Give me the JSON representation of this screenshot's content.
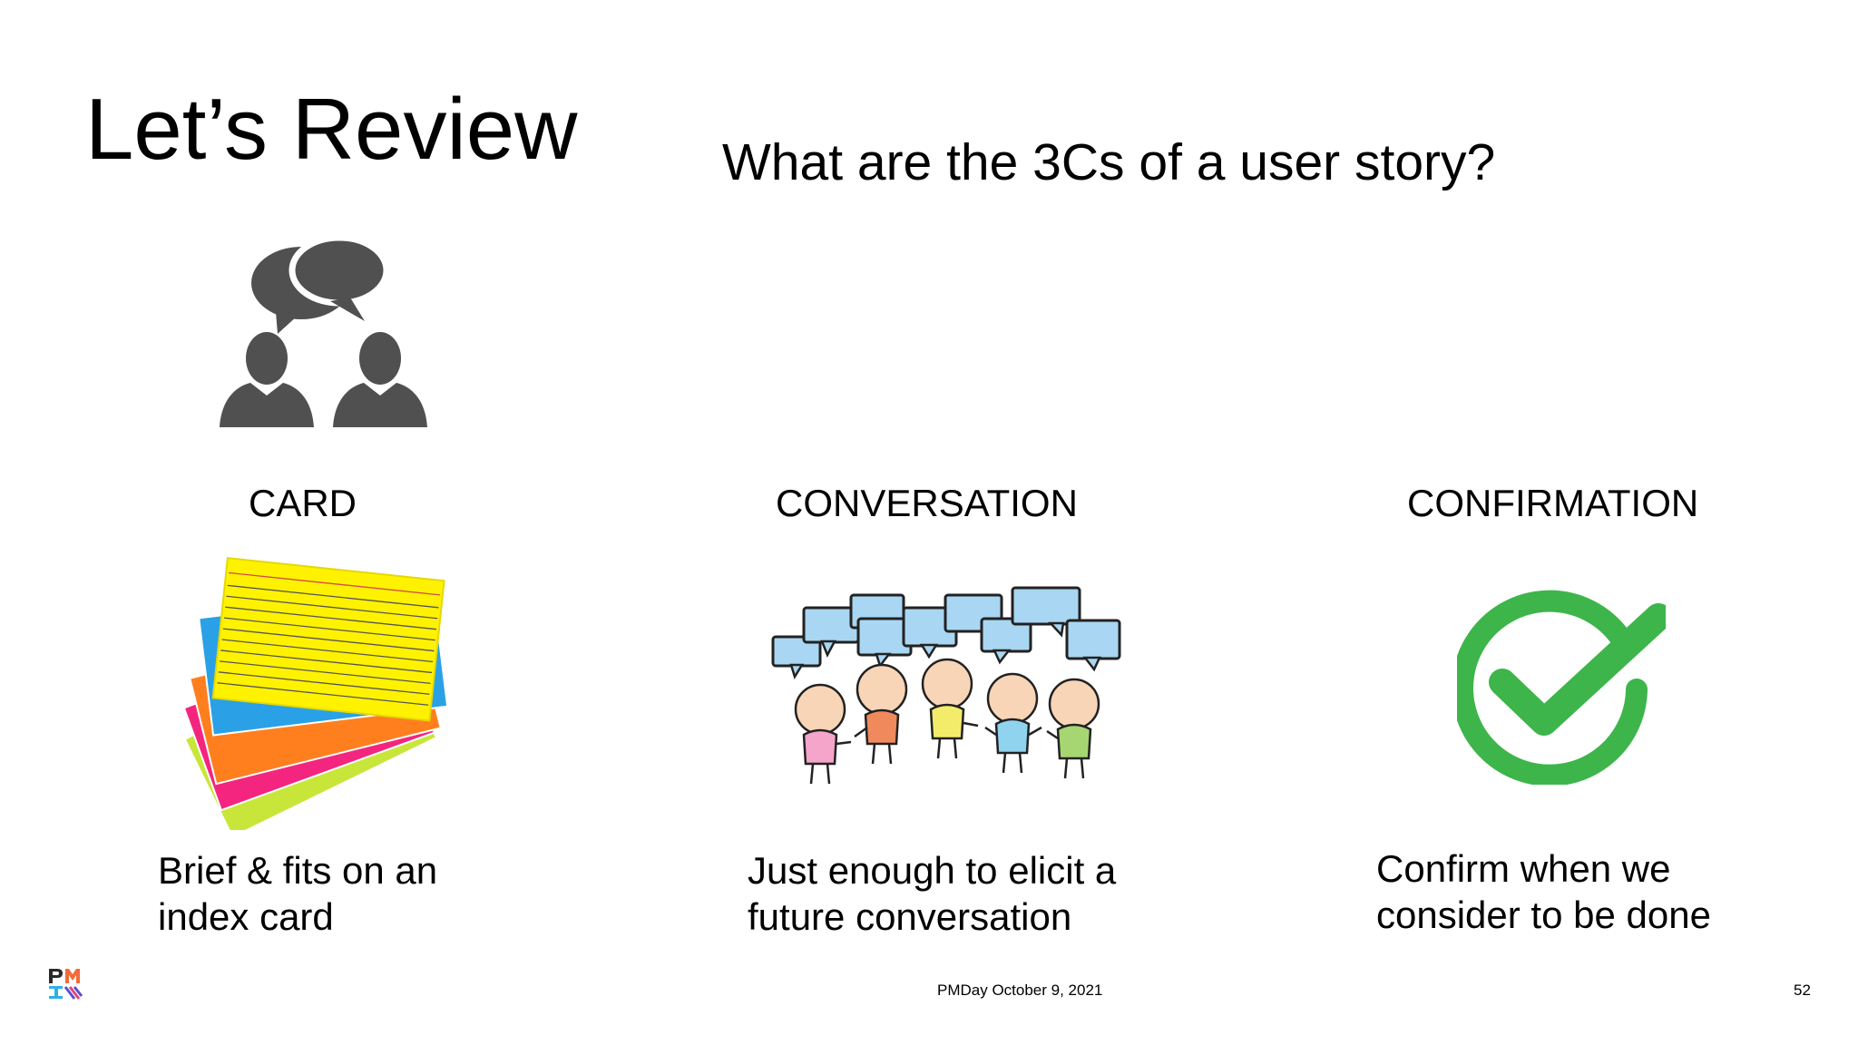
{
  "slide": {
    "title": "Let’s Review",
    "question": "What are the 3Cs of a user story?"
  },
  "columns": [
    {
      "heading": "CARD",
      "desc_lines": [
        "Brief & fits on an",
        "index card"
      ],
      "image_icon": "stacked-index-cards-icon"
    },
    {
      "heading": "CONVERSATION",
      "desc_lines": [
        "Just enough to elicit a",
        "future conversation"
      ],
      "image_icon": "group-conversation-speech-bubbles-icon"
    },
    {
      "heading": "CONFIRMATION",
      "desc_lines": [
        "Confirm when we",
        "consider to be done"
      ],
      "image_icon": "green-checkmark-circle-icon"
    }
  ],
  "top_icon": "two-people-talking-icon",
  "footer": {
    "logo": "PMI",
    "center_text": "PMDay October 9, 2021",
    "page_number": "52"
  },
  "colors": {
    "people_icon": "#505050",
    "check_green": "#3db54a",
    "bubble_blue": "#a9d6f2",
    "logo_orange": "#f26b3a",
    "logo_purple": "#5b4fd0",
    "logo_blue": "#2bb0e8",
    "logo_pink": "#e0457b"
  }
}
